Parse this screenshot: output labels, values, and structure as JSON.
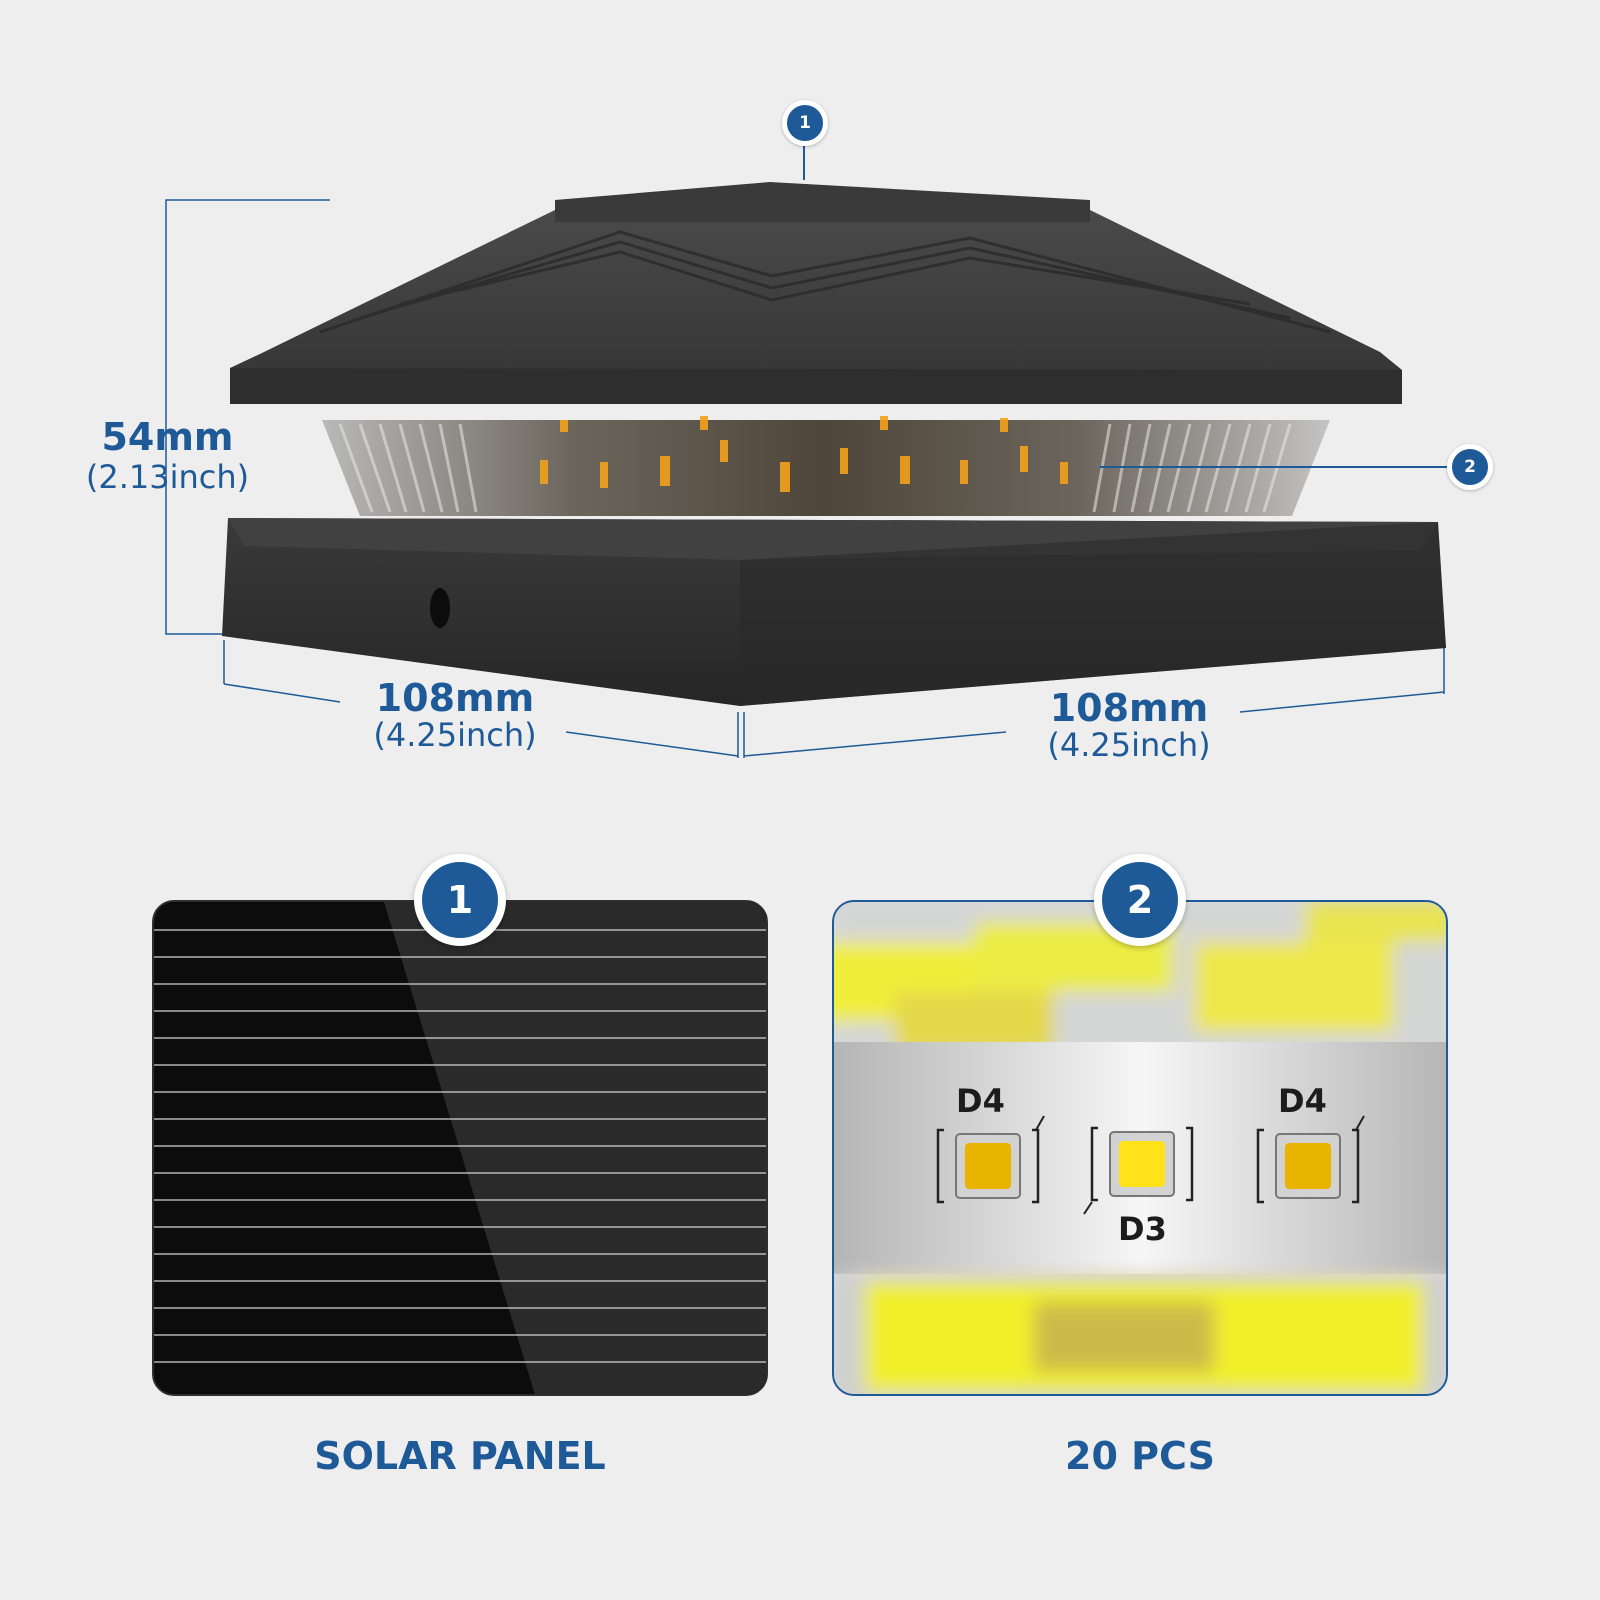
{
  "callouts": {
    "top_marker": "1",
    "side_marker": "2",
    "panel_one_badge": "1",
    "panel_two_badge": "2"
  },
  "dimensions": {
    "height": {
      "value": "54mm",
      "imperial": "(2.13inch)"
    },
    "depth": {
      "value": "108mm",
      "imperial": "(4.25inch)"
    },
    "width": {
      "value": "108mm",
      "imperial": "(4.25inch)"
    }
  },
  "features": {
    "solar_panel_caption": "SOLAR PANEL",
    "led_caption": "20 PCS",
    "led_left_label": "D4",
    "led_center_label": "D3",
    "led_right_label": "D4"
  },
  "colors": {
    "accent": "#1f5a98",
    "background": "#eeeeee",
    "product_body": "#2c2c2c",
    "led_warm": "#e8b400",
    "led_bright": "#ffe21a"
  }
}
